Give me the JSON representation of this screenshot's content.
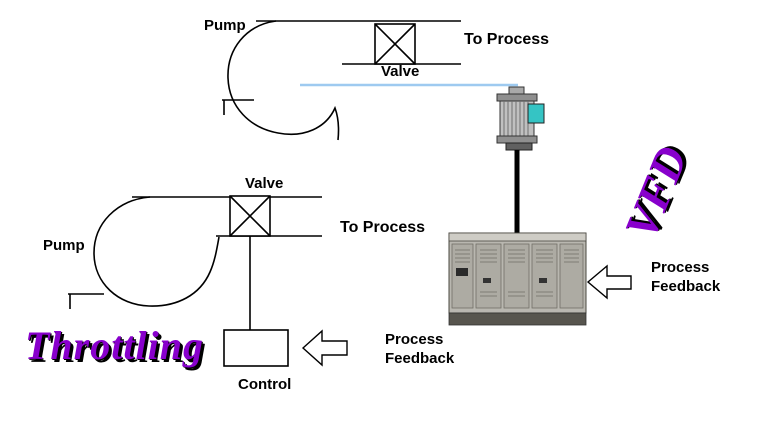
{
  "slide": {
    "background": "#ffffff"
  },
  "vfd_system": {
    "pump_label": "Pump",
    "valve_label": "Valve",
    "to_process_label": "To Process",
    "wordart_label": "VFD",
    "process_feedback_label": "Process Feedback"
  },
  "throttling_system": {
    "pump_label": "Pump",
    "valve_label": "Valve",
    "to_process_label": "To Process",
    "control_label": "Control",
    "wordart_label": "Throttling",
    "process_feedback_label": "Process Feedback"
  },
  "colors": {
    "wordart_purple": "#8800cc",
    "flow_line_blue": "#9ecaf0",
    "motor_terminal_teal": "#35c4c4",
    "cabinet_gray": "#b9b7b0"
  }
}
